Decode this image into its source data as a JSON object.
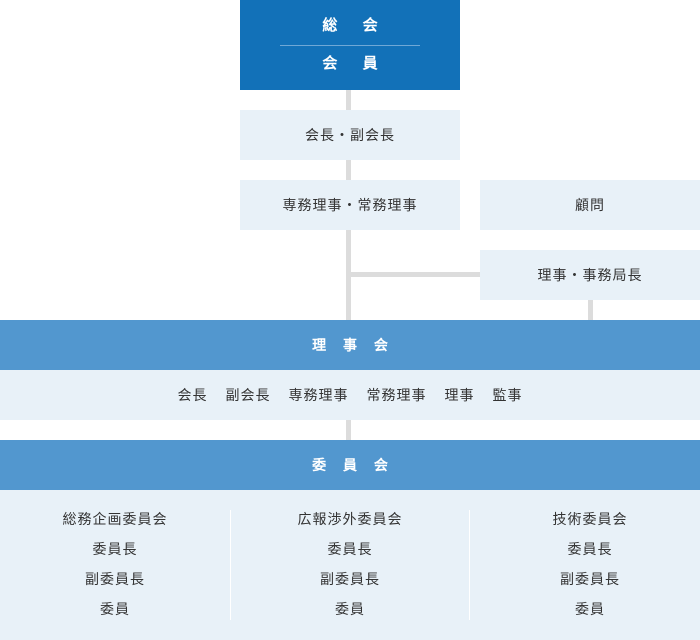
{
  "top": {
    "general_meeting": "総 会",
    "members": "会 員"
  },
  "chair": "会長・副会長",
  "executive": "専務理事・常務理事",
  "advisor": "顧問",
  "secretariat": "理事・事務局長",
  "board": {
    "title": "理 事 会",
    "members": [
      "会長",
      "副会長",
      "専務理事",
      "常務理事",
      "理事",
      "監事"
    ]
  },
  "committees": {
    "title": "委 員 会",
    "columns": [
      {
        "name": "総務企画委員会",
        "roles": [
          "委員長",
          "副委員長",
          "委員"
        ]
      },
      {
        "name": "広報渉外委員会",
        "roles": [
          "委員長",
          "副委員長",
          "委員"
        ]
      },
      {
        "name": "技術委員会",
        "roles": [
          "委員長",
          "副委員長",
          "委員"
        ]
      }
    ]
  },
  "colors": {
    "dark": "#1271b8",
    "mid": "#5297cf",
    "light": "#e8f1f8",
    "line": "#dcdcdc"
  }
}
